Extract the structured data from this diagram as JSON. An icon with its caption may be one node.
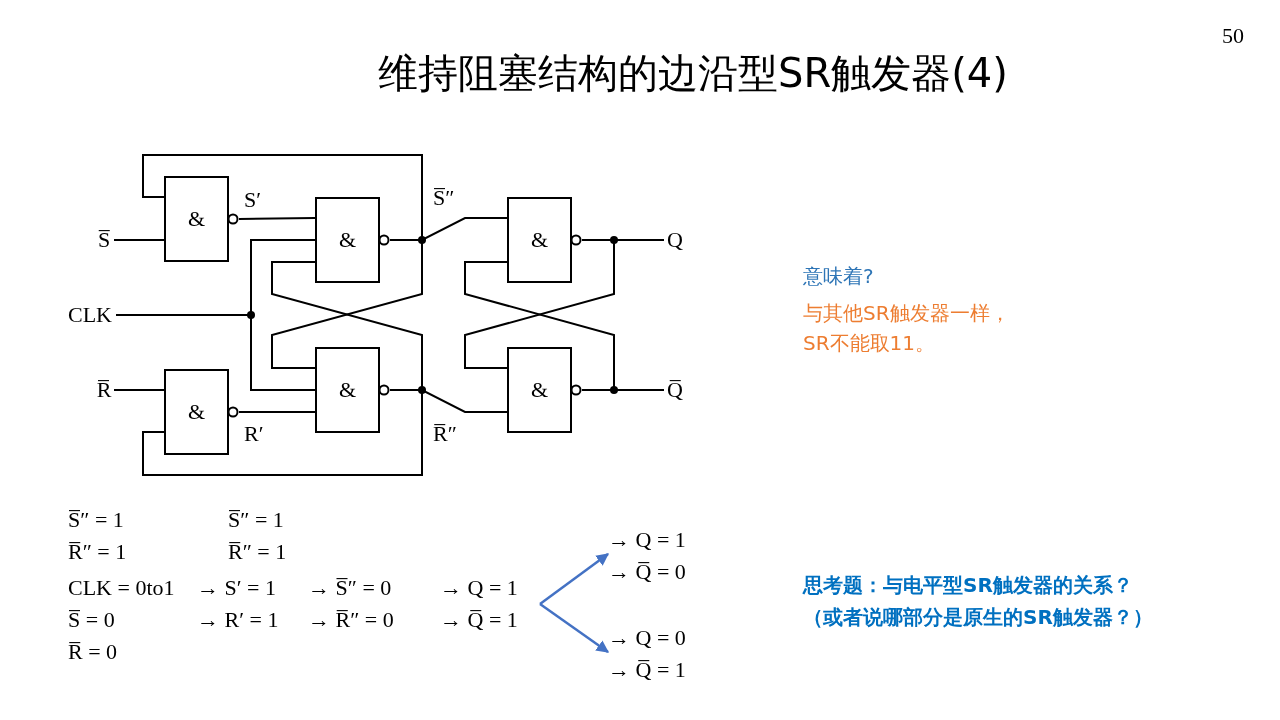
{
  "diagram": {
    "title": "维持阻塞结构的边沿型SR触发器(4)",
    "nodes": [
      {
        "text": [
          "S̅"
        ]
      },
      {
        "text": [
          "CLK"
        ]
      },
      {
        "text": [
          "R̅"
        ]
      },
      {
        "text": [
          "&"
        ]
      },
      {
        "text": [
          "&"
        ]
      },
      {
        "text": [
          "&"
        ]
      },
      {
        "text": [
          "&"
        ]
      },
      {
        "text": [
          "&"
        ]
      },
      {
        "text": [
          "&"
        ]
      },
      {
        "text": [
          "Q"
        ]
      },
      {
        "text": [
          "Q̅"
        ]
      },
      {
        "text": [
          "→ Q = 1",
          "→ Q̅ = 1"
        ]
      },
      {
        "text": [
          "→ Q = 1",
          "→ Q̅ = 0"
        ]
      },
      {
        "text": [
          "→ Q = 0",
          "→ Q̅ = 1"
        ]
      }
    ],
    "edges": [
      {
        "from": 0,
        "to": 3,
        "arrow": "none"
      },
      {
        "from": 3,
        "to": 4,
        "arrow": "none",
        "label": "S′"
      },
      {
        "from": 1,
        "to": 4,
        "arrow": "none"
      },
      {
        "from": 1,
        "to": 7,
        "arrow": "none"
      },
      {
        "from": 2,
        "to": 6,
        "arrow": "none"
      },
      {
        "from": 6,
        "to": 7,
        "arrow": "none",
        "label": "R′"
      },
      {
        "from": 4,
        "to": 3,
        "arrow": "none"
      },
      {
        "from": 4,
        "to": 7,
        "arrow": "none"
      },
      {
        "from": 4,
        "to": 5,
        "arrow": "none",
        "label": "S̅″"
      },
      {
        "from": 7,
        "to": 6,
        "arrow": "none"
      },
      {
        "from": 7,
        "to": 4,
        "arrow": "none"
      },
      {
        "from": 7,
        "to": 8,
        "arrow": "none",
        "label": "R̅″"
      },
      {
        "from": 5,
        "to": 9,
        "arrow": "none"
      },
      {
        "from": 5,
        "to": 8,
        "arrow": "none"
      },
      {
        "from": 8,
        "to": 10,
        "arrow": "none"
      },
      {
        "from": 8,
        "to": 5,
        "arrow": "none"
      },
      {
        "from": 11,
        "to": 12,
        "arrow": "to",
        "color": "#4472c4"
      },
      {
        "from": 11,
        "to": 13,
        "arrow": "to",
        "color": "#4472c4"
      }
    ],
    "labels": [
      "50",
      "S̅″ = 1",
      "S̅″ = 1",
      "R̅″ = 1",
      "R̅″ = 1",
      "CLK = 0to1",
      "→ S′ = 1",
      "→ S̅″ = 0",
      "S̅ = 0",
      "→ R′ = 1",
      "→ R̅″ = 0",
      "R̅ = 0",
      "意味着?",
      "与其他SR触发器一样，SR不能取11。",
      "思考题：与电平型SR触发器的关系？",
      "（或者说哪部分是原生的SR触发器？）"
    ]
  }
}
